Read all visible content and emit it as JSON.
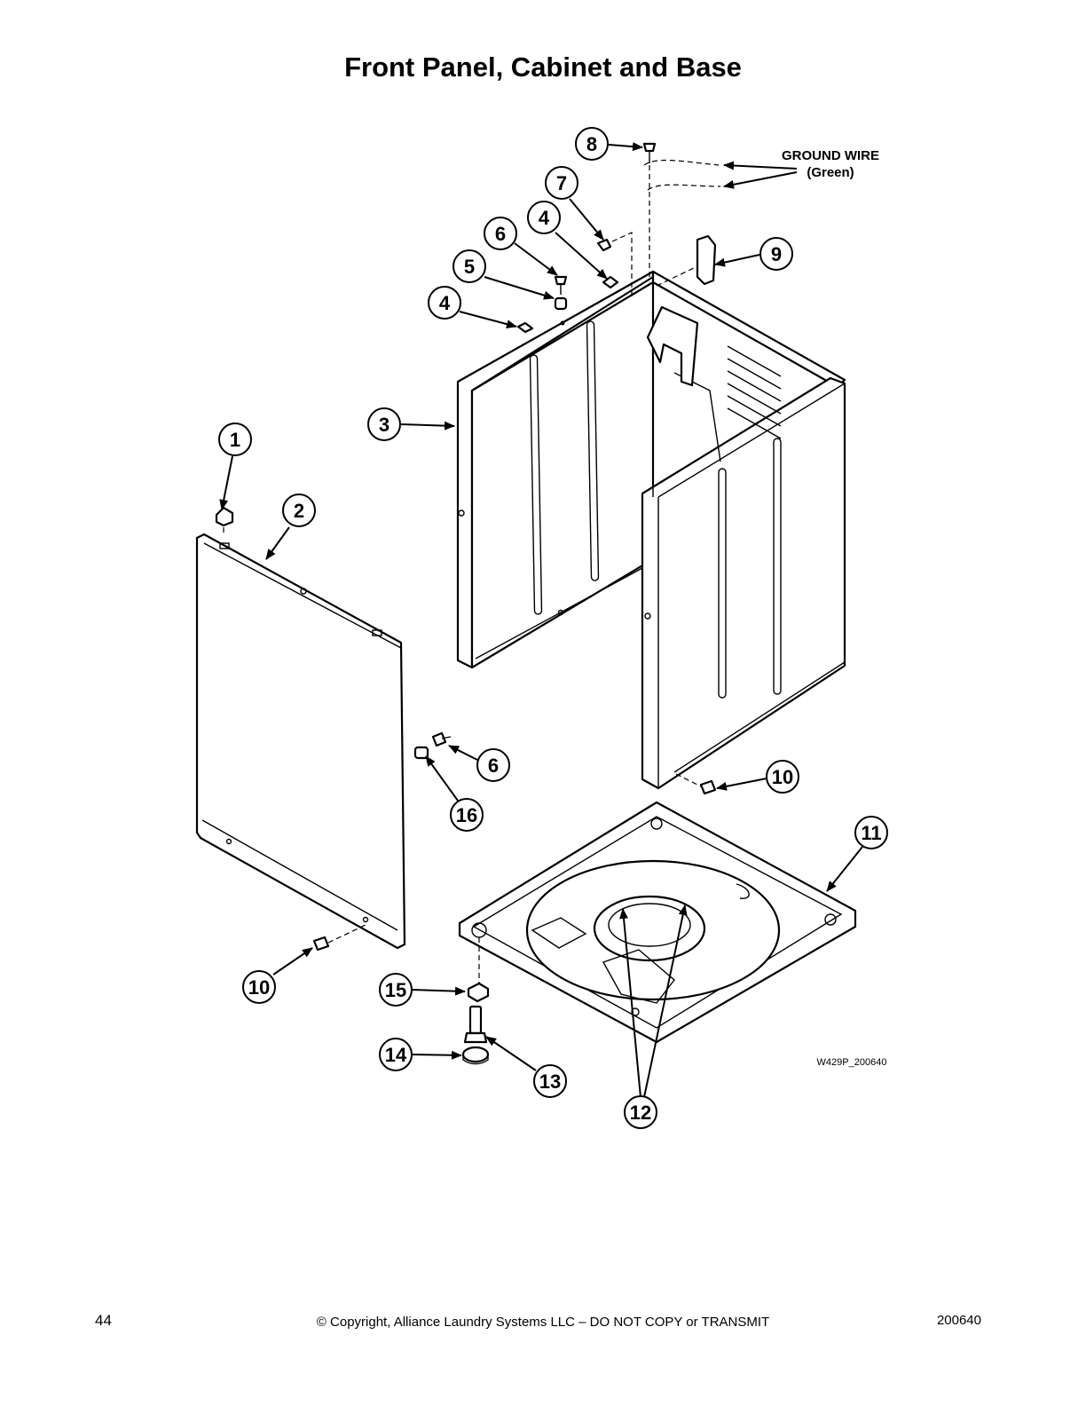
{
  "title": "Front Panel, Cabinet and Base",
  "callouts": [
    "1",
    "2",
    "3",
    "4",
    "4",
    "5",
    "6",
    "6",
    "7",
    "8",
    "9",
    "10",
    "10",
    "11",
    "12",
    "13",
    "14",
    "15",
    "16"
  ],
  "ground_wire_label": {
    "line1": "GROUND WIRE",
    "line2": "(Green)"
  },
  "drawing_code": "W429P_200640",
  "footer": {
    "page_number": "44",
    "copyright": "© Copyright, Alliance Laundry Systems LLC – DO NOT COPY or TRANSMIT",
    "doc_code": "200640"
  }
}
